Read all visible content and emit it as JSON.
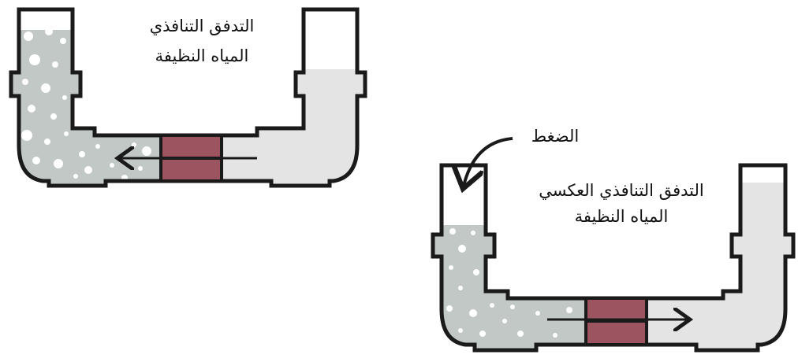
{
  "colors": {
    "outline": "#1a1a1a",
    "dirty_water": "#c2c8c6",
    "clean_water": "#e3e4e3",
    "membrane": "#9c5560",
    "bubble": "#ffffff",
    "background": "#ffffff"
  },
  "panel_top": {
    "title": "التدفق التنافذي",
    "subtitle": "المياه النظيفة",
    "flow_direction": "right-to-left"
  },
  "panel_bottom": {
    "pressure_label": "الضغط",
    "title": "التدفق التنافذي العكسي",
    "subtitle": "المياه النظيفة",
    "flow_direction": "left-to-right"
  }
}
